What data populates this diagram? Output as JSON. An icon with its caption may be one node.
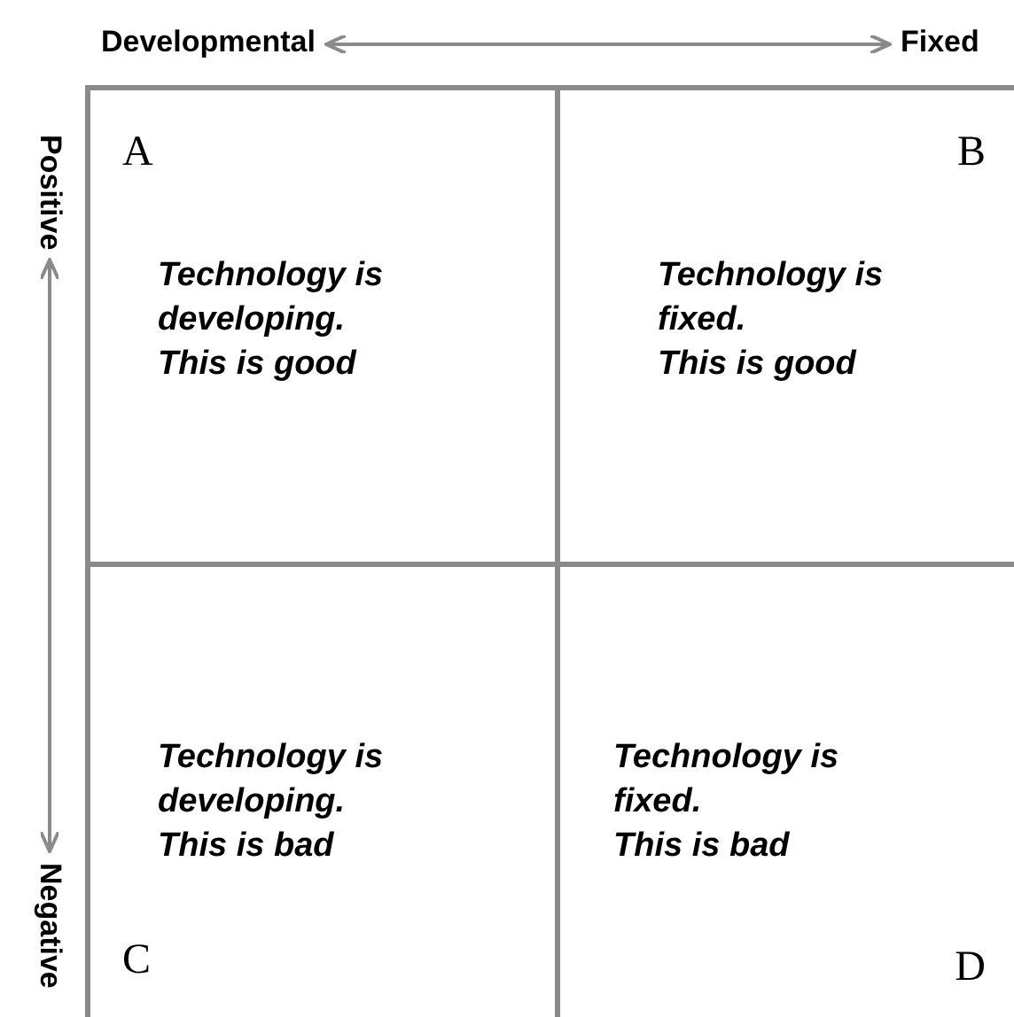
{
  "diagram": {
    "nodes": [
      {
        "text": [
          "A",
          "Technology is developing. This is good"
        ]
      },
      {
        "text": [
          "B",
          "Technology is fixed. This is good"
        ]
      },
      {
        "text": [
          "C",
          "Technology is developing. This is bad"
        ]
      },
      {
        "text": [
          "D",
          "Technology is fixed. This is bad"
        ]
      },
      {
        "text": [
          "Developmental"
        ]
      },
      {
        "text": [
          "Fixed"
        ]
      },
      {
        "text": [
          "Positive"
        ]
      },
      {
        "text": [
          "Negative"
        ]
      }
    ],
    "edges": [
      {
        "from": 4,
        "to": 5,
        "arrow": "both"
      },
      {
        "from": 6,
        "to": 7,
        "arrow": "both"
      }
    ]
  }
}
